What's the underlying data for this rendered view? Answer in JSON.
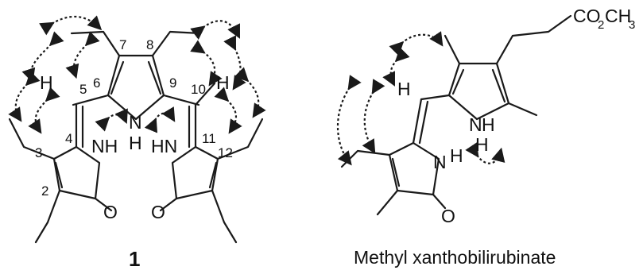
{
  "compound1": {
    "label": "1",
    "atoms": {
      "nh_left": "NH",
      "nh_bridge": "N",
      "h_bridge": "H",
      "hn_right": "HN",
      "n_right": "N",
      "h_right": "H",
      "o_left": "O",
      "o_right": "O",
      "h5": "H",
      "h10": "H"
    },
    "numbers": [
      "2",
      "3",
      "4",
      "5",
      "6",
      "7",
      "8",
      "9",
      "10",
      "11",
      "12"
    ]
  },
  "compound2": {
    "label": "Methyl xanthobilirubinate",
    "atoms": {
      "ester_co": "CO",
      "ester_sub2": "2",
      "ester_ch": "CH",
      "ester_sub3": "3",
      "h_meso": "H",
      "nh_pyrrole": "N",
      "h_pyrrole": "H",
      "h_pyrrole_bottom": "H",
      "n_lactam": "N",
      "h_lactam": "H",
      "o_lactam": "O"
    }
  }
}
